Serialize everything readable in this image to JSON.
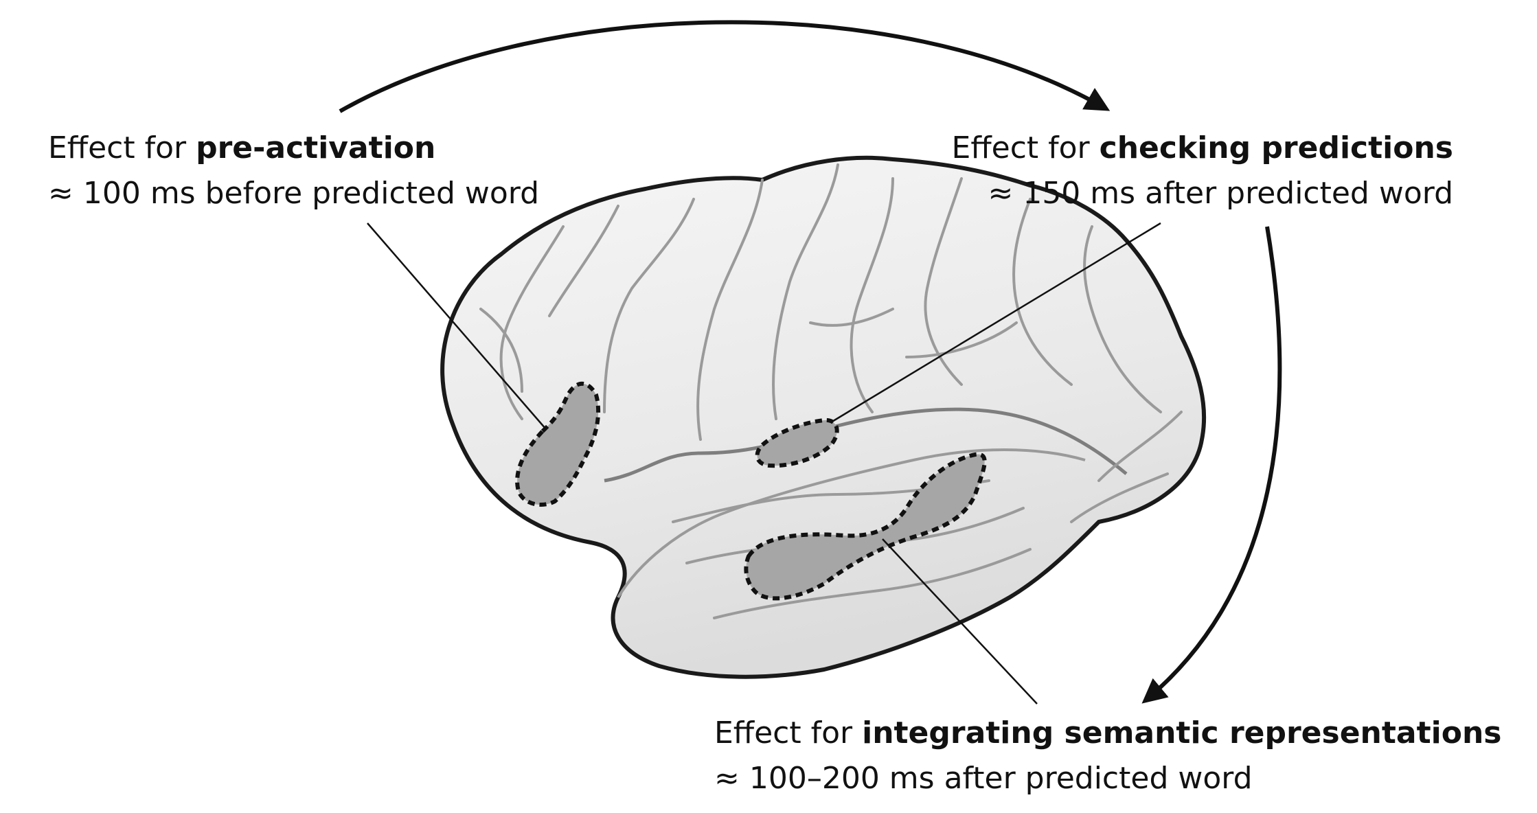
{
  "colors": {
    "ink": "#111111",
    "brain_fill": "#ececec",
    "brain_outline": "#1a1a1a",
    "region_fill": "#a6a6a6",
    "sulcus": "#9a9a9a"
  },
  "labels": {
    "preactivation": {
      "prefix": "Effect for ",
      "emphasis": "pre-activation",
      "timing": "≈ 100 ms before predicted word"
    },
    "checking": {
      "prefix": "Effect for ",
      "emphasis": "checking predictions",
      "timing": "≈ 150 ms after predicted word"
    },
    "integrating": {
      "prefix": "Effect for ",
      "emphasis": "integrating semantic representations",
      "timing": "≈ 100–200 ms after predicted word"
    }
  },
  "icons": {
    "brain": "brain-illustration",
    "arrow_top": "curved-arrow-icon",
    "arrow_right": "curved-arrow-icon"
  }
}
